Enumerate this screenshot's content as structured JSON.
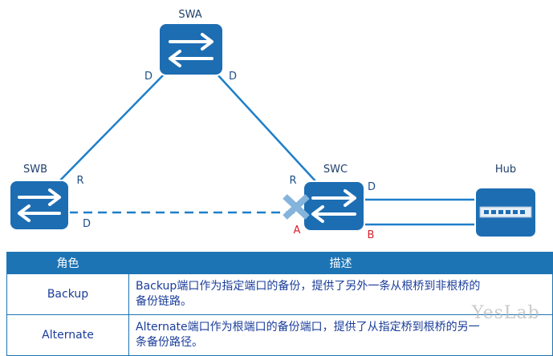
{
  "devices": {
    "swa": "SWA",
    "swb": "SWB",
    "swc": "SWC",
    "hub": "Hub"
  },
  "ports": {
    "swa_left": "D",
    "swa_right": "D",
    "swb_up": "R",
    "swb_right": "D",
    "swc_up": "R",
    "swc_right_top": "D",
    "swc_left_blocked": "A",
    "swc_right_bottom": "B"
  },
  "colors": {
    "link": "#1e7fc9",
    "switch_fill": "#1d6db3",
    "blocked_marker": "#84b4dc",
    "port_red": "#d8202c",
    "table_header": "#1d74b5",
    "table_text": "#1a3d9a"
  },
  "table": {
    "headers": [
      "角色",
      "描述"
    ],
    "rows": [
      {
        "role": "Backup",
        "desc_line1": "Backup端口作为指定端口的备份，提供了另外一条从根桥到非根桥的",
        "desc_line2": "备份链路。"
      },
      {
        "role": "Alternate",
        "desc_line1": "Alternate端口作为根端口的备份端口，提供了从指定桥到根桥的另一",
        "desc_line2": "条备份路径。"
      }
    ]
  },
  "watermark": "YesLab"
}
